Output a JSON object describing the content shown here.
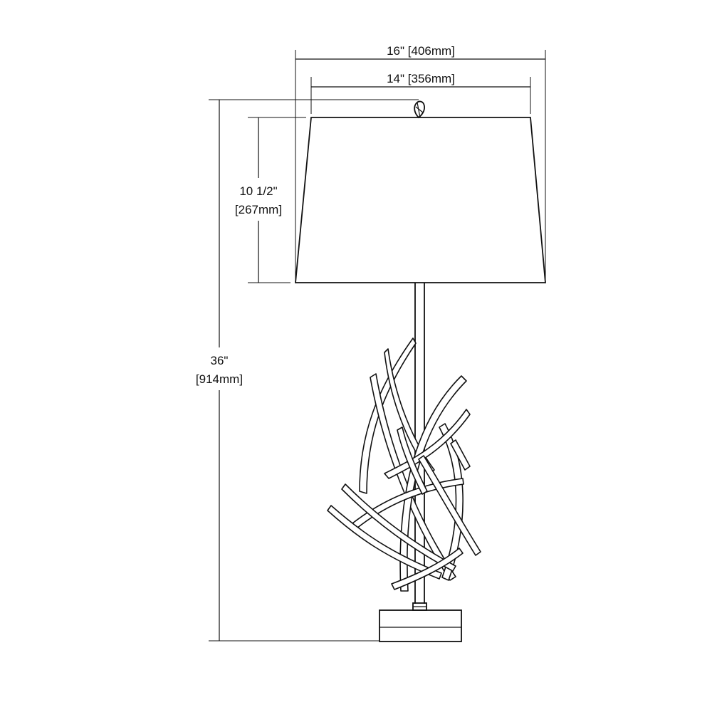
{
  "dimensions": {
    "overall_width": {
      "imperial": "16\"",
      "metric": "[406mm]"
    },
    "shade_top_width": {
      "imperial": "14\"",
      "metric": "[356mm]"
    },
    "shade_height": {
      "imperial": "10 1/2\"",
      "metric": "[267mm]"
    },
    "overall_height": {
      "imperial": "36\"",
      "metric": "[914mm]"
    }
  },
  "colors": {
    "line": "#111111",
    "background": "#ffffff"
  }
}
